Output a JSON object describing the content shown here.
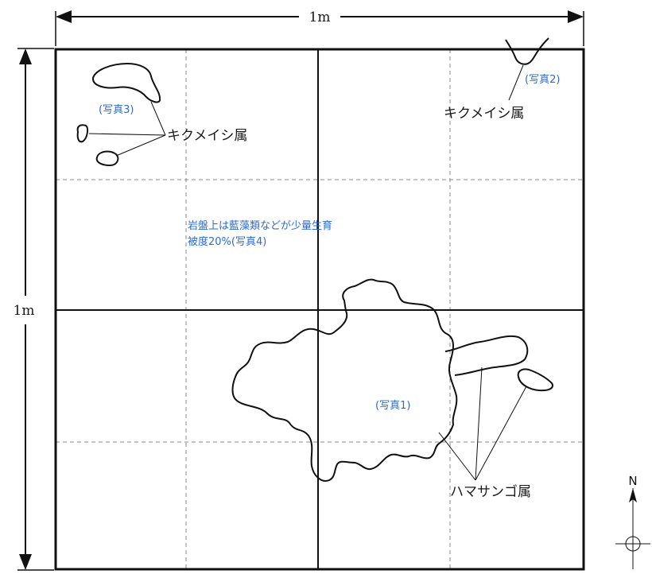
{
  "dimensions": {
    "width_label": "1m",
    "height_label": "1m"
  },
  "labels": {
    "kikumeishi_top_right": "キクメイシ属",
    "photo2": "(写真2)",
    "photo3": "(写真3)",
    "kikumeishi_left": "キクメイシ属",
    "note_line1": "岩盤上は藍藻類などが少量生育",
    "note_line2": "被度20%(写真4)",
    "photo1": "(写真1)",
    "hamasango": "ハマサンゴ属"
  },
  "north": {
    "label": "N"
  },
  "colors": {
    "line": "#111111",
    "blue_label": "#2a6bd6",
    "grid_dashed": "#888888"
  }
}
